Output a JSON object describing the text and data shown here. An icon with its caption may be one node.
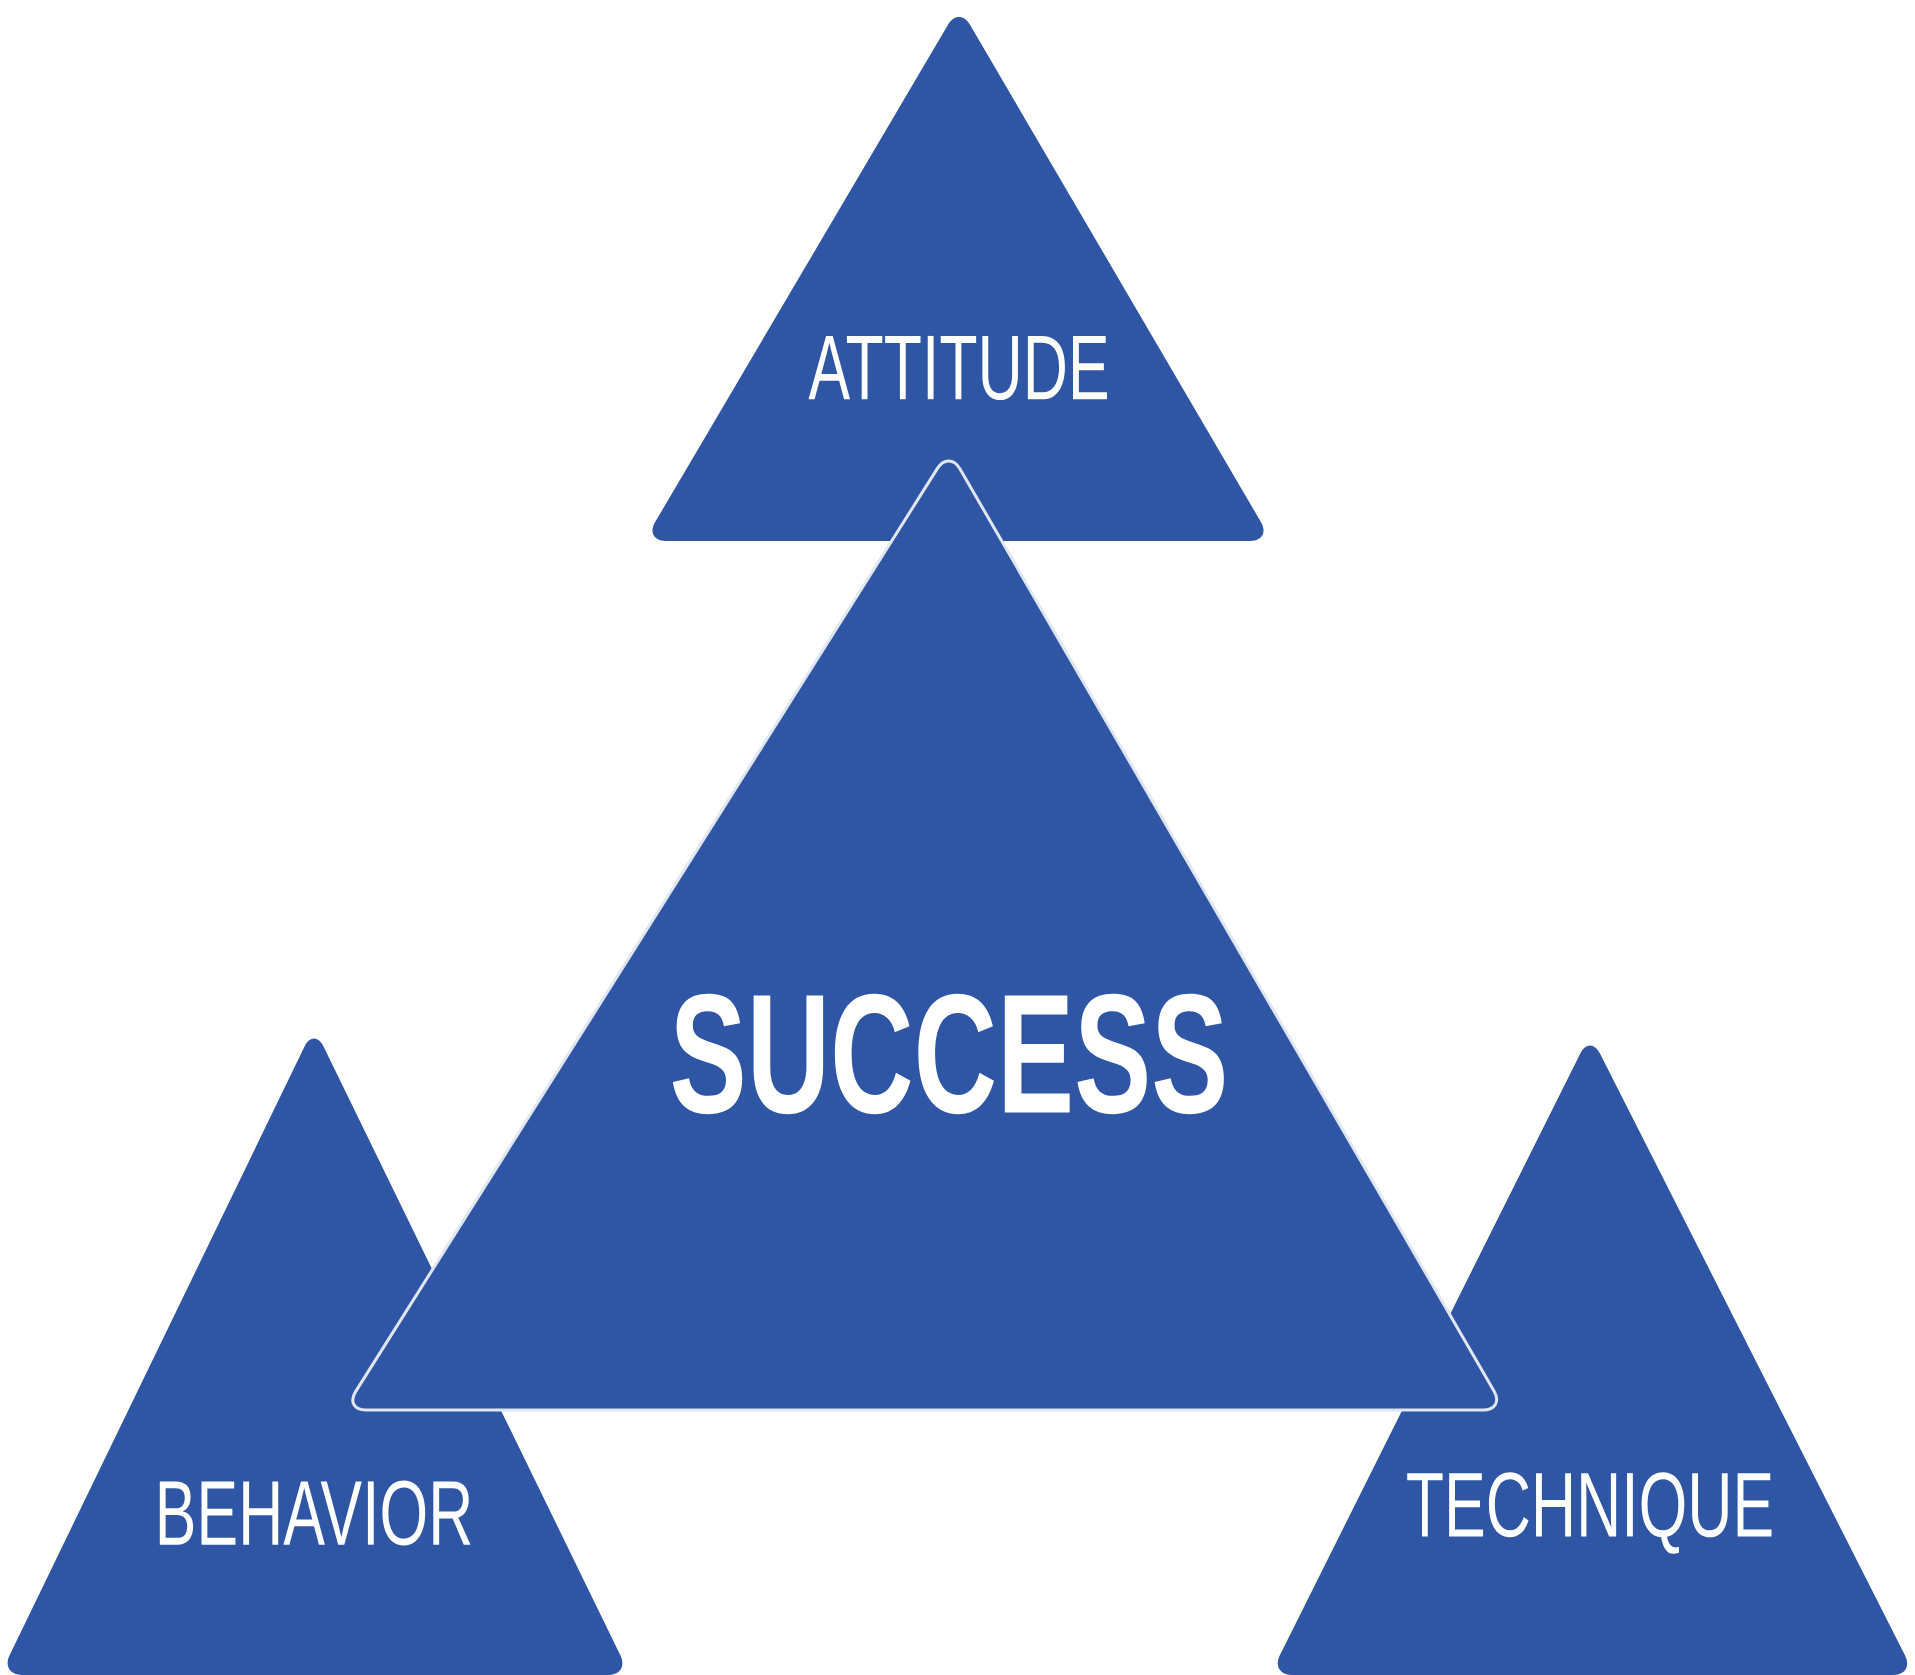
{
  "diagram": {
    "nodes": [
      {
        "text": [
          "ATTITUDE"
        ]
      },
      {
        "text": [
          "SUCCESS"
        ]
      },
      {
        "text": [
          "BEHAVIOR"
        ]
      },
      {
        "text": [
          "TECHNIQUE"
        ]
      }
    ]
  }
}
